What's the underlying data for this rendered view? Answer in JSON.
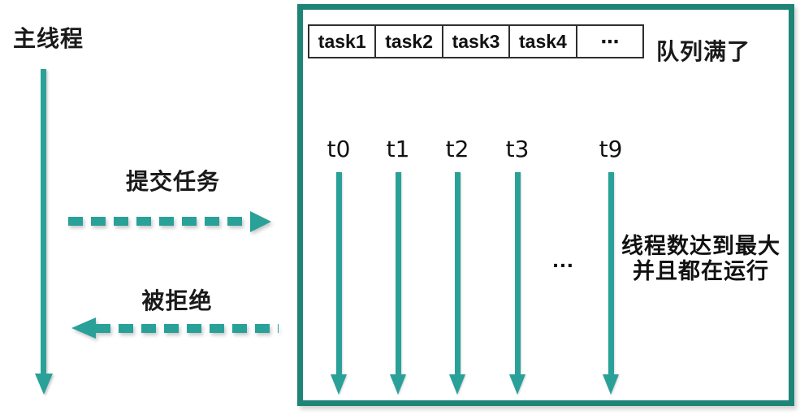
{
  "colors": {
    "teal": "#2aa198",
    "box-border": "#1f8478",
    "text": "#1a1a1a",
    "cell-border": "#2e2e2e"
  },
  "left": {
    "main_thread_label": "主线程",
    "submit_label": "提交任务",
    "rejected_label": "被拒绝"
  },
  "pool": {
    "queue_tasks": [
      "task1",
      "task2",
      "task3",
      "task4",
      "⋯"
    ],
    "queue_full_label": "队列满了",
    "thread_labels": [
      "t0",
      "t1",
      "t2",
      "t3",
      "t9"
    ],
    "threads_ellipsis": "…",
    "note_line1": "线程数达到最大",
    "note_line2": "并且都在运行"
  }
}
